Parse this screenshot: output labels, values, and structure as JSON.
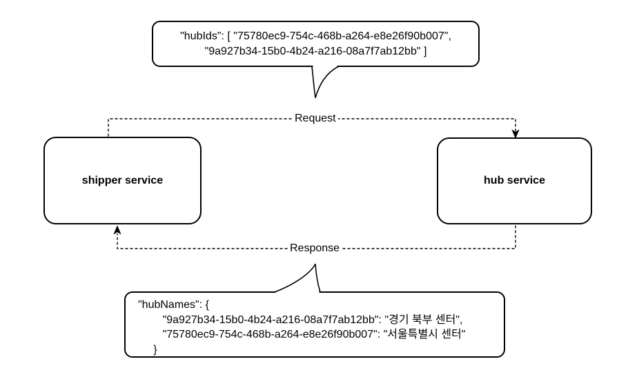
{
  "diagram": {
    "background": "#ffffff",
    "stroke_color": "#000000",
    "text_color": "#000000",
    "request_connector": {
      "label": "Request"
    },
    "response_connector": {
      "label": "Response"
    },
    "shipper_node": {
      "label": "shipper service"
    },
    "hub_node": {
      "label": "hub service"
    },
    "request_callout": {
      "lines": [
        "\"hubIds\": [ \"75780ec9-754c-468b-a264-e8e26f90b007\",",
        "\"9a927b34-15b0-4b24-a216-08a7f7ab12bb\" ]"
      ]
    },
    "response_callout": {
      "lines": [
        "\"hubNames\": {",
        "        \"9a927b34-15b0-4b24-a216-08a7f7ab12bb\": \"경기 북부 센터\",",
        "        \"75780ec9-754c-468b-a264-e8e26f90b007\": \"서울특별시 센터\"",
        "     }"
      ]
    }
  }
}
